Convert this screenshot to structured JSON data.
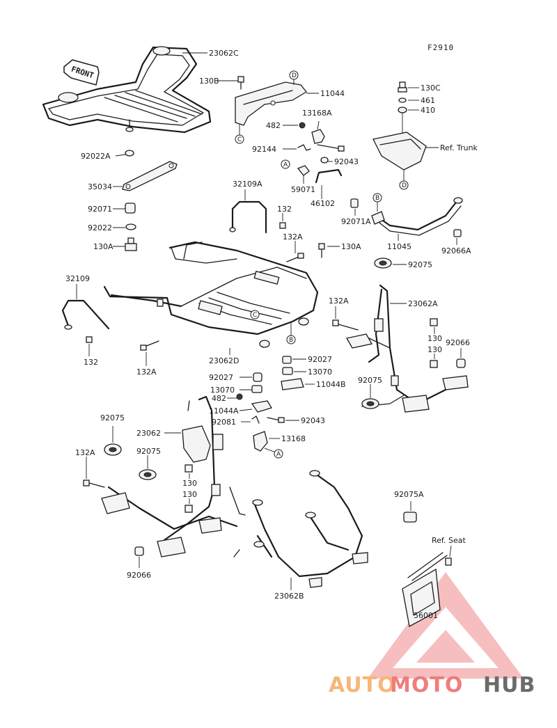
{
  "figure_code": "F2910",
  "front_arrow": "FRONT",
  "parts": {
    "p23062C": "23062C",
    "p130B": "130B",
    "p11044": "11044",
    "p130C": "130C",
    "p461": "461",
    "p410": "410",
    "p13168A": "13168A",
    "p482_top": "482",
    "p92144": "92144",
    "p92043_top": "92043",
    "p59071": "59071",
    "p46102": "46102",
    "ref_trunk": "Ref. Trunk",
    "p92022A": "92022A",
    "p35034": "35034",
    "p32109A": "32109A",
    "p132_top": "132",
    "p92071": "92071",
    "p92022": "92022",
    "p132A_a": "132A",
    "p130A_left": "130A",
    "p130A_right": "130A",
    "p92071A": "92071A",
    "p11045": "11045",
    "p92066A": "92066A",
    "p92075_a": "92075",
    "p32109": "32109",
    "p132A_b": "132A",
    "p23062A": "23062A",
    "p130_a": "130",
    "p92066_a": "92066",
    "p130_b": "130",
    "p132_left": "132",
    "p132A_c": "132A",
    "p23062D": "23062D",
    "p92027_a": "92027",
    "p92027_b": "92027",
    "p13070_a": "13070",
    "p13070_b": "13070",
    "p11044B": "11044B",
    "p482_mid": "482",
    "p11044A": "11044A",
    "p92081": "92081",
    "p92043_mid": "92043",
    "p92075_b": "92075",
    "p92075_c": "92075",
    "p23062": "23062",
    "p13168": "13168",
    "p132A_d": "132A",
    "p92075_d": "92075",
    "p130_c": "130",
    "p130_d": "130",
    "p92075A": "92075A",
    "p92066_b": "92066",
    "ref_seat": "Ref. Seat",
    "p23062B": "23062B",
    "p56001": "56001"
  },
  "markers": {
    "A": "A",
    "B": "B",
    "C": "C",
    "D": "D"
  },
  "watermark": {
    "auto": "AUTO",
    "moto": "MOTO",
    "hub": "HUB",
    "auto_color": "#f5b77a",
    "moto_color": "#ef7d7d",
    "hub_color": "#6b6b6b",
    "triangle_color": "#f08a8a"
  }
}
